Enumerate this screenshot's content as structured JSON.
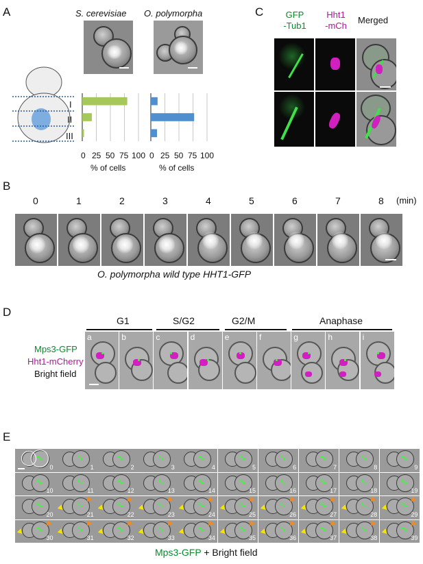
{
  "panels": {
    "A": {
      "label": "A",
      "species1": "S. cerevisiae",
      "species2": "O. polymorpha",
      "regions": [
        "I",
        "II",
        "III"
      ],
      "xlabel": "% of cells",
      "ticks": [
        "0",
        "25",
        "50",
        "75",
        "100"
      ]
    },
    "B": {
      "label": "B",
      "times": [
        "0",
        "1",
        "2",
        "3",
        "4",
        "5",
        "6",
        "7",
        "8"
      ],
      "unit": "(min)",
      "caption": "O. polymorpha wild type HHT1-GFP"
    },
    "C": {
      "label": "C",
      "col1_line1": "GFP",
      "col1_line2": "-Tub1",
      "col2_line1": "Hht1",
      "col2_line2": "-mCh",
      "col3": "Merged"
    },
    "D": {
      "label": "D",
      "phases": [
        "G1",
        "S/G2",
        "G2/M",
        "Anaphase"
      ],
      "legend1": "Mps3-GFP",
      "legend2": "Hht1-mCherry",
      "legend3": "Bright field",
      "letters": [
        "a",
        "b",
        "c",
        "d",
        "e",
        "f",
        "g",
        "h",
        "i"
      ]
    },
    "E": {
      "label": "E",
      "frames": [
        "0",
        "1",
        "2",
        "3",
        "4",
        "5",
        "6",
        "7",
        "8",
        "9",
        "10",
        "11",
        "12",
        "13",
        "14",
        "15",
        "16",
        "17",
        "18",
        "19",
        "20",
        "21",
        "22",
        "23",
        "24",
        "25",
        "26",
        "27",
        "28",
        "29",
        "30",
        "31",
        "32",
        "33",
        "34",
        "35",
        "36",
        "37",
        "38",
        "39"
      ],
      "caption_green": "Mps3-GFP",
      "caption_rest": " + Bright field"
    }
  },
  "colors": {
    "green_bar": "#a6c85a",
    "blue_bar": "#4f8fd0",
    "gfp": "#0a8a2a",
    "mcherry": "#b0169a"
  },
  "chart_data": [
    {
      "type": "bar",
      "orientation": "horizontal",
      "title": "S. cerevisiae",
      "categories": [
        "I",
        "II",
        "III"
      ],
      "values": [
        80,
        17,
        3
      ],
      "xlabel": "% of cells",
      "xlim": [
        0,
        100
      ],
      "grid": true
    },
    {
      "type": "bar",
      "orientation": "horizontal",
      "title": "O. polymorpha",
      "categories": [
        "I",
        "II",
        "III"
      ],
      "values": [
        12,
        77,
        11
      ],
      "xlabel": "% of cells",
      "xlim": [
        0,
        100
      ],
      "grid": true
    }
  ]
}
